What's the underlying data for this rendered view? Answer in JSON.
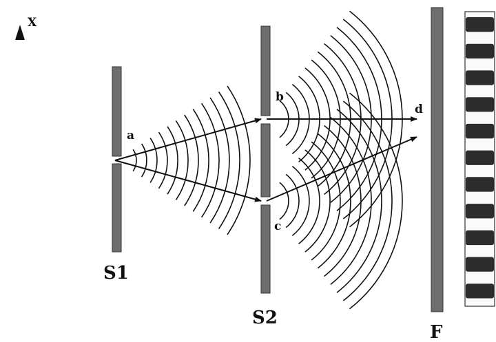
{
  "labels": {
    "axis": "X",
    "slit1": "S1",
    "slit2": "S2",
    "screen": "F",
    "point_a": "a",
    "point_b": "b",
    "point_c": "c",
    "point_d": "d"
  },
  "colors": {
    "barrier": "#6e6e6e",
    "ink": "#111111",
    "fringe_dark": "#1a1a1a",
    "fringe_light": "#f4f4f4"
  },
  "fringes": {
    "count": 11
  }
}
